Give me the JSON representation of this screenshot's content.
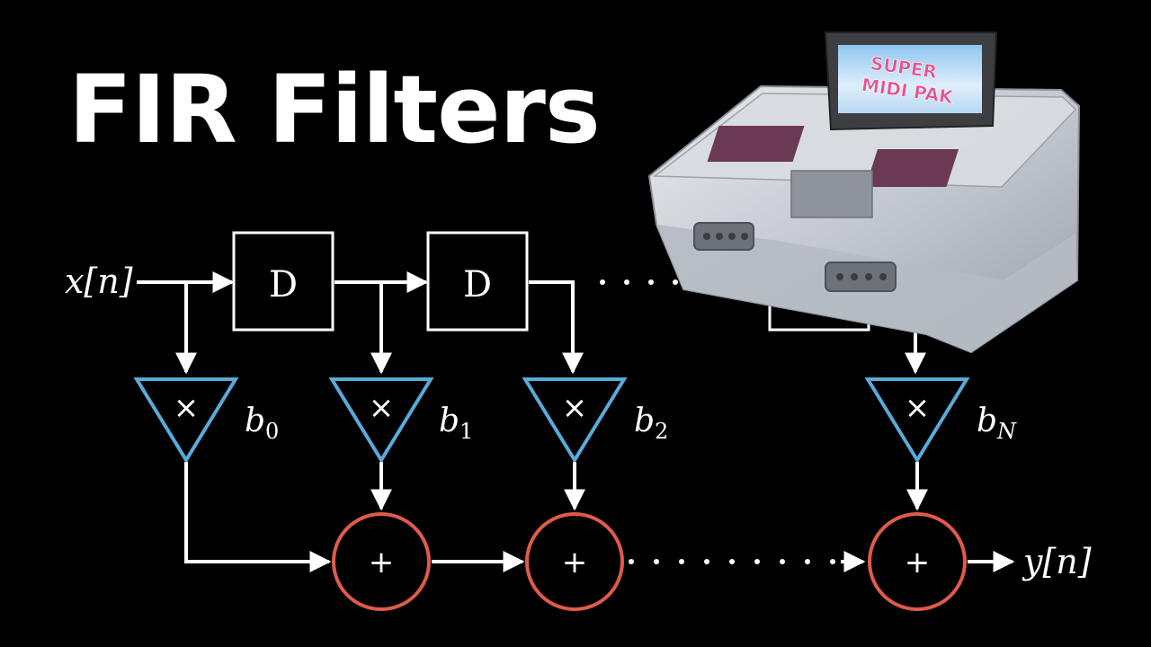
{
  "title": "FIR Filters",
  "colors": {
    "background": "#000000",
    "line": "#ffffff",
    "gain_triangle": "#5aaad8",
    "adder_circle": "#e05a4a"
  },
  "diagram": {
    "input_label": "x[n]",
    "output_label": "y[n]",
    "delay_label": "D",
    "multiply_symbol": "×",
    "add_symbol": "+",
    "coefficients": [
      {
        "base": "b",
        "sub": "0"
      },
      {
        "base": "b",
        "sub": "1"
      },
      {
        "base": "b",
        "sub": "2"
      },
      {
        "base": "b",
        "sub": "N"
      }
    ]
  },
  "photo": {
    "cartridge_text_line1": "SUPER",
    "cartridge_text_line2": "MIDI PAK",
    "icon": "transparent-snes-console-with-cartridge"
  }
}
